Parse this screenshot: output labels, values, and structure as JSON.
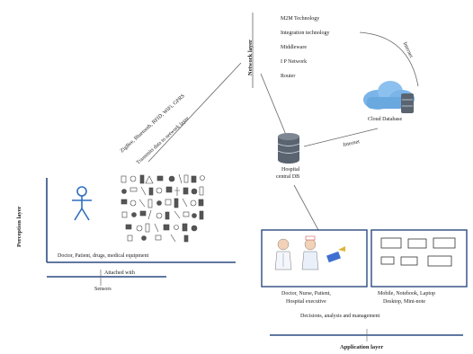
{
  "network_layer": {
    "label": "Network layer",
    "items": [
      "M2M Technology",
      "Integration technology",
      "Middleware",
      "I P Network",
      "Router"
    ]
  },
  "internet_labels": [
    "Internet",
    "Internet"
  ],
  "cloud": {
    "label": "Cloud Database"
  },
  "hospital": {
    "label_line1": "Hospital",
    "label_line2": "central DB"
  },
  "link_labels": {
    "protocols": "ZigBee, Bluetooth, RFID, WiFi, GPRS",
    "transmit": "Transmits data to network layer"
  },
  "perception": {
    "layer_label": "Perception layer",
    "caption": "Doctor, Patient, drugs, medical equipment",
    "attached": "Attached with",
    "sensors": "Sensors"
  },
  "application": {
    "layer_label": "Application layer",
    "people_caption_line1": "Doctor, Nurse, Patient,",
    "people_caption_line2": "Hospital executive",
    "devices_caption_line1": "Mobile, Notebook, Laptop",
    "devices_caption_line2": "Desktop, Mini-note",
    "decisions": "Decisions, analysis and management"
  },
  "colors": {
    "accent": "#2c4a80",
    "stick_figure": "#2f6fbf",
    "cloud": "#7ab4e8",
    "database": "#5a6470",
    "line": "#666666"
  }
}
